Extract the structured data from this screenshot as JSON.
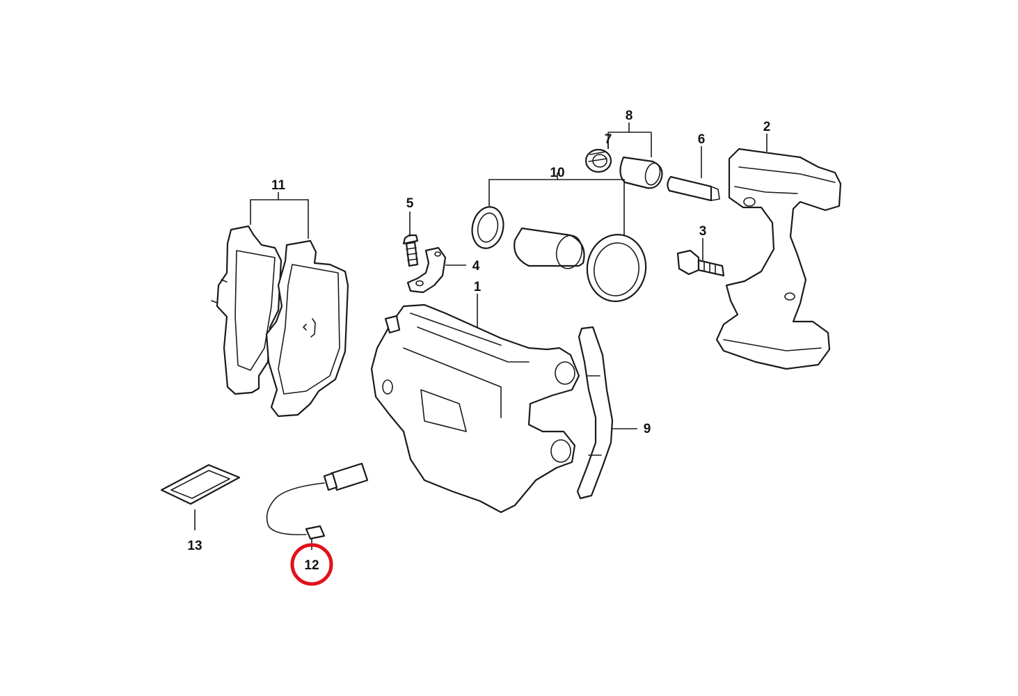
{
  "diagram": {
    "callouts": {
      "c1": "1",
      "c2": "2",
      "c3": "3",
      "c4": "4",
      "c5": "5",
      "c6": "6",
      "c7": "7",
      "c8": "8",
      "c9": "9",
      "c10": "10",
      "c11": "11",
      "c12": "12",
      "c13": "13"
    },
    "highlighted_callout": "12",
    "highlight_color": "#e0121b"
  }
}
